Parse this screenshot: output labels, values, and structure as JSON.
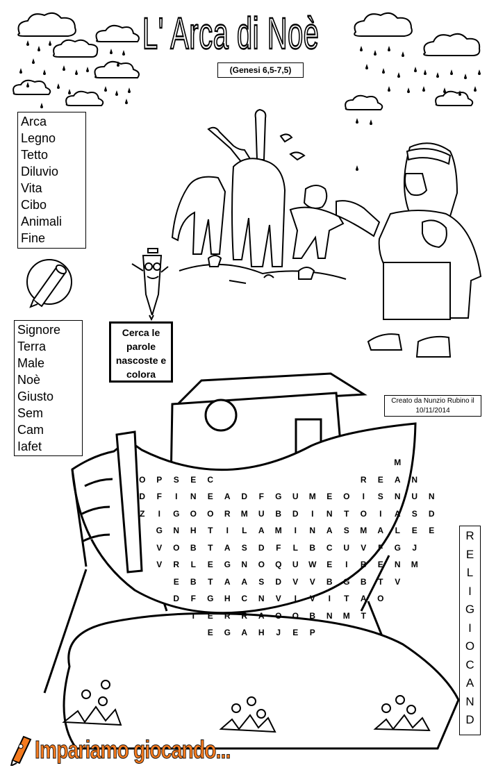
{
  "title": "L' Arca di Noè",
  "reference": "(Genesi 6,5-7,5)",
  "word_list_1": [
    "Arca",
    "Legno",
    "Tetto",
    "Diluvio",
    "Vita",
    "Cibo",
    "Animali",
    "Fine"
  ],
  "word_list_2": [
    "Signore",
    "Terra",
    "Male",
    "Noè",
    "Giusto",
    "Sem",
    "Cam",
    "Iafet"
  ],
  "instruction_lines": [
    "Cerca le",
    "parole",
    "nascoste e",
    "colora"
  ],
  "credit_lines": [
    "Creato da Nunzio Rubino il",
    "10/11/2014"
  ],
  "vertical_letters": [
    "R",
    "E",
    "L",
    "I",
    "G",
    "I",
    "O",
    "C",
    "A",
    "N",
    "D"
  ],
  "word_search_rows": [
    [
      null,
      null,
      null,
      null,
      null,
      null,
      null,
      null,
      null,
      null,
      null,
      null,
      null,
      null,
      null,
      null,
      "M"
    ],
    [
      null,
      "O",
      "P",
      "S",
      "E",
      "C",
      null,
      null,
      null,
      null,
      null,
      null,
      null,
      null,
      "R",
      "E",
      "A",
      "N"
    ],
    [
      null,
      "D",
      "F",
      "I",
      "N",
      "E",
      "A",
      "D",
      "F",
      "G",
      "U",
      "M",
      "E",
      "O",
      "I",
      "S",
      "N",
      "U",
      "N"
    ],
    [
      null,
      "Z",
      "I",
      "G",
      "O",
      "O",
      "R",
      "M",
      "U",
      "B",
      "D",
      "I",
      "N",
      "T",
      "O",
      "I",
      "A",
      "S",
      "D"
    ],
    [
      null,
      null,
      "G",
      "N",
      "H",
      "T",
      "I",
      "L",
      "A",
      "M",
      "I",
      "N",
      "A",
      "S",
      "M",
      "A",
      "L",
      "E",
      "E"
    ],
    [
      null,
      null,
      "V",
      "O",
      "B",
      "T",
      "A",
      "S",
      "D",
      "F",
      "L",
      "B",
      "C",
      "U",
      "V",
      "F",
      "G",
      "J"
    ],
    [
      null,
      null,
      "V",
      "R",
      "L",
      "E",
      "G",
      "N",
      "O",
      "Q",
      "U",
      "W",
      "E",
      "I",
      "B",
      "E",
      "N",
      "M"
    ],
    [
      null,
      null,
      null,
      "E",
      "B",
      "T",
      "A",
      "A",
      "S",
      "D",
      "V",
      "V",
      "B",
      "G",
      "B",
      "T",
      "V"
    ],
    [
      null,
      null,
      null,
      "D",
      "F",
      "G",
      "H",
      "C",
      "N",
      "V",
      "I",
      "V",
      "I",
      "T",
      "A",
      "O"
    ],
    [
      null,
      null,
      null,
      null,
      "T",
      "E",
      "R",
      "R",
      "A",
      "O",
      "O",
      "B",
      "N",
      "M",
      "T"
    ],
    [
      null,
      null,
      null,
      null,
      null,
      "E",
      "G",
      "A",
      "H",
      "J",
      "E",
      "P"
    ]
  ],
  "logo_text": "Impariamo giocando..."
}
